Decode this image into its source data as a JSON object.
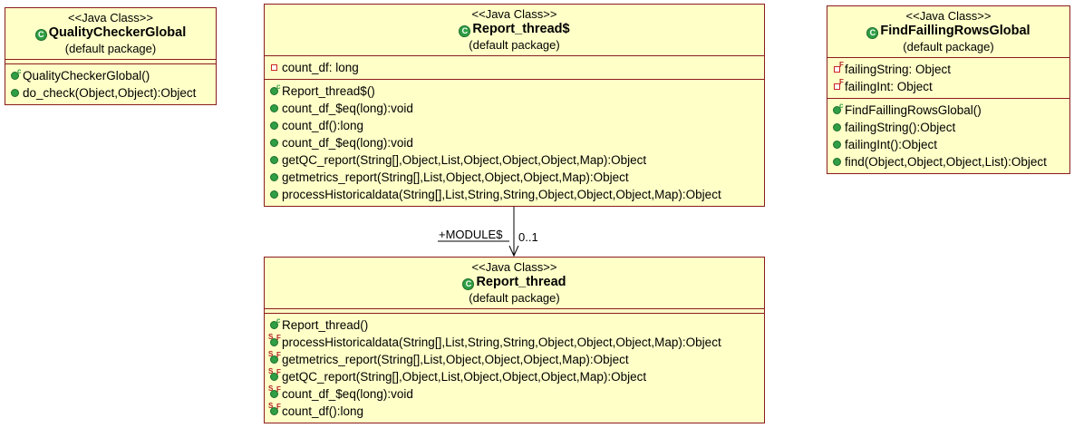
{
  "classes": {
    "quality": {
      "stereotype": "<<Java Class>>",
      "name": "QualityCheckerGlobal",
      "package": "(default package)",
      "attributes": [],
      "methods": [
        {
          "label": "QualityCheckerGlobal()",
          "kind": "constructor"
        },
        {
          "label": "do_check(Object,Object):Object",
          "kind": "public"
        }
      ]
    },
    "report_thread_obj": {
      "stereotype": "<<Java Class>>",
      "name": "Report_thread$",
      "package": "(default package)",
      "attributes": [
        {
          "label": "count_df: long",
          "kind": "private"
        }
      ],
      "methods": [
        {
          "label": "Report_thread$()",
          "kind": "constructor"
        },
        {
          "label": "count_df_$eq(long):void",
          "kind": "public"
        },
        {
          "label": "count_df():long",
          "kind": "public"
        },
        {
          "label": "count_df_$eq(long):void",
          "kind": "public"
        },
        {
          "label": "getQC_report(String[],Object,List,Object,Object,Object,Map):Object",
          "kind": "public"
        },
        {
          "label": "getmetrics_report(String[],List,Object,Object,Object,Map):Object",
          "kind": "public"
        },
        {
          "label": "processHistoricaldata(String[],List,String,String,Object,Object,Object,Map):Object",
          "kind": "public"
        }
      ]
    },
    "find_failing": {
      "stereotype": "<<Java Class>>",
      "name": "FindFaillingRowsGlobal",
      "package": "(default package)",
      "attributes": [
        {
          "label": "failingString: Object",
          "kind": "final-field"
        },
        {
          "label": "failingInt: Object",
          "kind": "final-field"
        }
      ],
      "methods": [
        {
          "label": "FindFaillingRowsGlobal()",
          "kind": "constructor"
        },
        {
          "label": "failingString():Object",
          "kind": "public"
        },
        {
          "label": "failingInt():Object",
          "kind": "public"
        },
        {
          "label": "find(Object,Object,Object,List):Object",
          "kind": "public"
        }
      ]
    },
    "report_thread": {
      "stereotype": "<<Java Class>>",
      "name": "Report_thread",
      "package": "(default package)",
      "attributes": [],
      "methods": [
        {
          "label": "Report_thread()",
          "kind": "constructor"
        },
        {
          "label": "processHistoricaldata(String[],List,String,String,Object,Object,Object,Map):Object",
          "kind": "static-final"
        },
        {
          "label": "getmetrics_report(String[],List,Object,Object,Object,Map):Object",
          "kind": "static-final"
        },
        {
          "label": "getQC_report(String[],Object,List,Object,Object,Object,Map):Object",
          "kind": "static-final"
        },
        {
          "label": "count_df_$eq(long):void",
          "kind": "static-final"
        },
        {
          "label": "count_df():long",
          "kind": "static-final"
        }
      ]
    }
  },
  "association": {
    "role": "+MODULE$",
    "multiplicity": "0..1"
  },
  "colors": {
    "class_fill": "#ffffc8",
    "class_border": "#8a1c1c",
    "public_icon": "#2f9e44",
    "private_icon": "#cc2222"
  }
}
